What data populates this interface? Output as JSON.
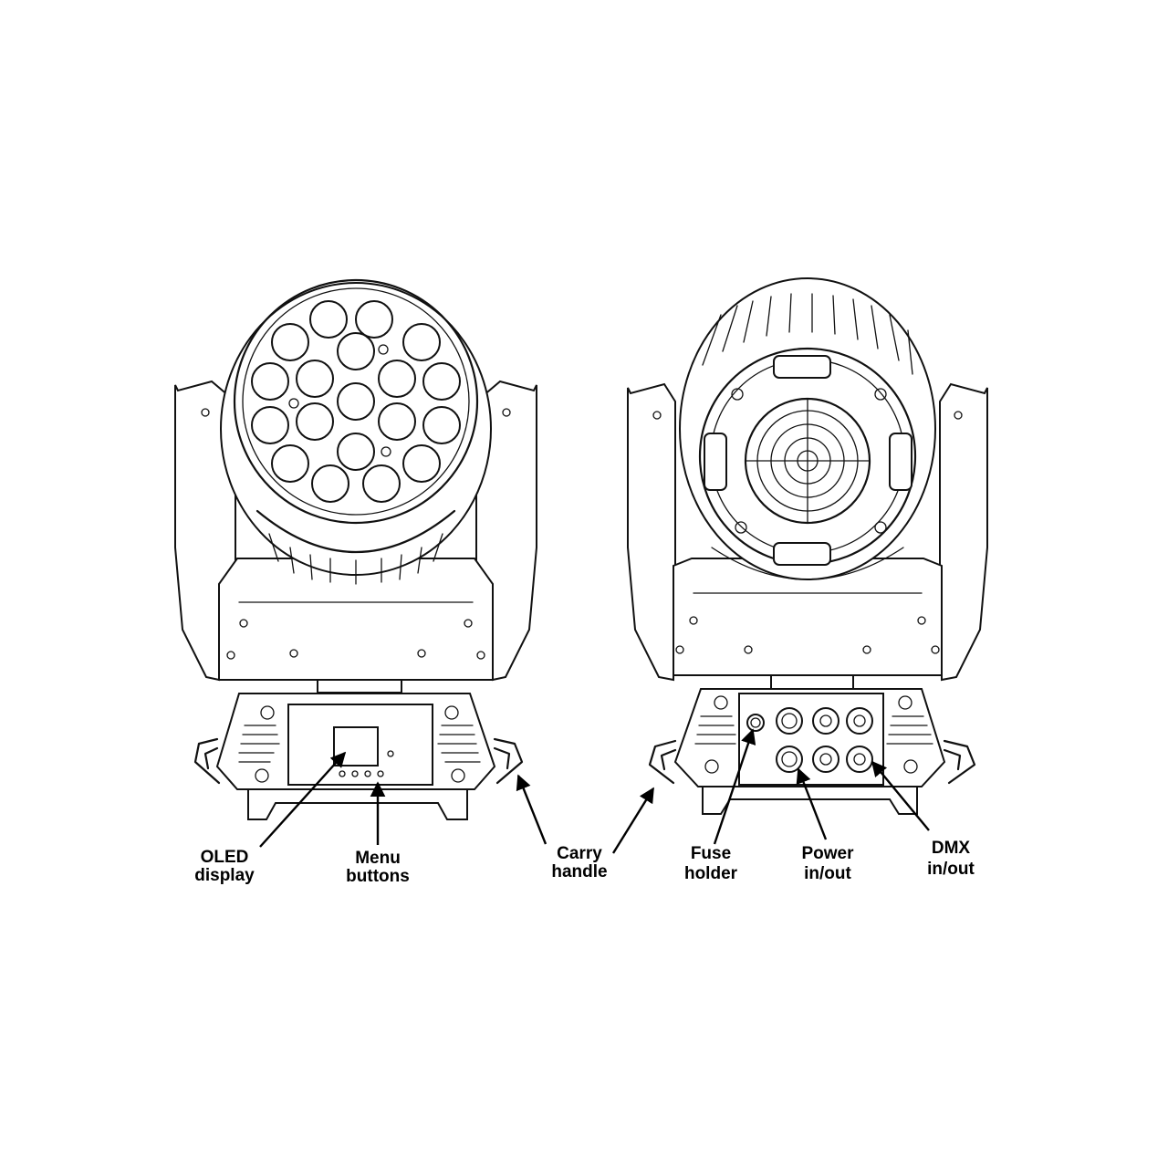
{
  "labels": {
    "oled_line1": "OLED",
    "oled_line2": "display",
    "menu_line1": "Menu",
    "menu_line2": "buttons",
    "carry_line1": "Carry",
    "carry_line2": "handle",
    "fuse_line1": "Fuse",
    "fuse_line2": "holder",
    "power_line1": "Power",
    "power_line2": "in/out",
    "dmx_line1": "DMX",
    "dmx_line2": "in/out"
  }
}
